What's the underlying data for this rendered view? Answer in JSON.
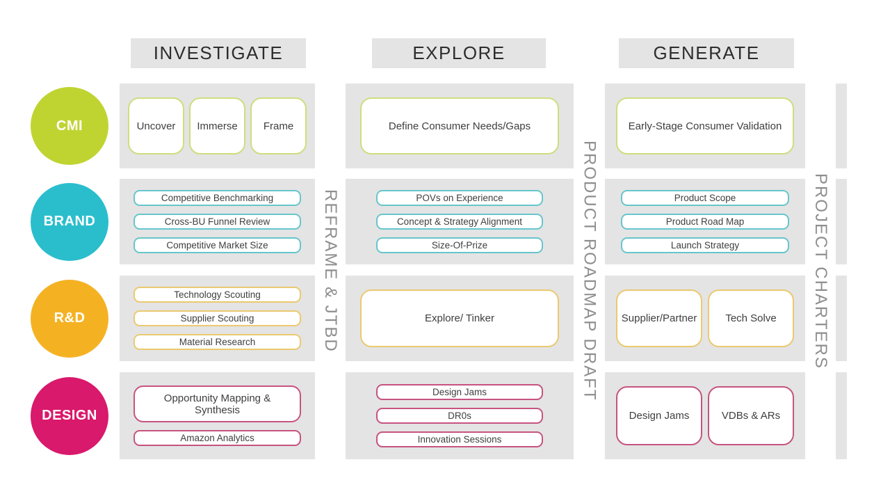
{
  "colors": {
    "panel_gray": "#e4e4e4",
    "header_text": "#2d2d2d",
    "divider_text": "#8e8e8e",
    "box_text": "#3e3e3e"
  },
  "headers": [
    {
      "label": "INVESTIGATE"
    },
    {
      "label": "EXPLORE"
    },
    {
      "label": "GENERATE"
    }
  ],
  "dividers": [
    {
      "label": "REFRAME & JTBD"
    },
    {
      "label": "PRODUCT ROADMAP DRAFT"
    },
    {
      "label": "PROJECT CHARTERS"
    }
  ],
  "rows": [
    {
      "label": "CMI",
      "circle_color": "#c0d431",
      "box_border_color": "#cedd7d",
      "cells": {
        "investigate": {
          "arrange": "row",
          "items": [
            {
              "kind": "card",
              "label": "Uncover"
            },
            {
              "kind": "card",
              "label": "Immerse"
            },
            {
              "kind": "card",
              "label": "Frame"
            }
          ]
        },
        "explore": {
          "arrange": "row",
          "items": [
            {
              "kind": "card",
              "label": "Define Consumer Needs/Gaps"
            }
          ]
        },
        "generate": {
          "arrange": "row",
          "items": [
            {
              "kind": "card",
              "label": "Early-Stage Consumer Validation"
            }
          ]
        }
      }
    },
    {
      "label": "BRAND",
      "circle_color": "#2abecd",
      "box_border_color": "#66c6cc",
      "cells": {
        "investigate": {
          "arrange": "stack",
          "items": [
            {
              "kind": "pill",
              "label": "Competitive Benchmarking"
            },
            {
              "kind": "pill",
              "label": "Cross-BU Funnel Review"
            },
            {
              "kind": "pill",
              "label": "Competitive Market Size"
            }
          ]
        },
        "explore": {
          "arrange": "stack",
          "items": [
            {
              "kind": "pill",
              "label": "POVs on Experience"
            },
            {
              "kind": "pill",
              "label": "Concept & Strategy Alignment"
            },
            {
              "kind": "pill",
              "label": "Size-Of-Prize"
            }
          ]
        },
        "generate": {
          "arrange": "stack",
          "items": [
            {
              "kind": "pill",
              "label": "Product Scope"
            },
            {
              "kind": "pill",
              "label": "Product Road Map"
            },
            {
              "kind": "pill",
              "label": "Launch Strategy"
            }
          ]
        }
      }
    },
    {
      "label": "R&D",
      "circle_color": "#f4b223",
      "box_border_color": "#eac96f",
      "cells": {
        "investigate": {
          "arrange": "stack",
          "items": [
            {
              "kind": "pill",
              "label": "Technology Scouting"
            },
            {
              "kind": "pill",
              "label": "Supplier Scouting"
            },
            {
              "kind": "pill",
              "label": "Material Research"
            }
          ]
        },
        "explore": {
          "arrange": "row",
          "items": [
            {
              "kind": "card",
              "label": "Explore/ Tinker"
            }
          ]
        },
        "generate": {
          "arrange": "row",
          "items": [
            {
              "kind": "card",
              "label": "Supplier/Partner"
            },
            {
              "kind": "card",
              "label": "Tech Solve"
            }
          ]
        }
      }
    },
    {
      "label": "DESIGN",
      "circle_color": "#d9196b",
      "box_border_color": "#c6537f",
      "cells": {
        "investigate": {
          "arrange": "stack",
          "items": [
            {
              "kind": "card",
              "label": "Opportunity Mapping & Synthesis"
            },
            {
              "kind": "pill",
              "label": "Amazon Analytics"
            }
          ]
        },
        "explore": {
          "arrange": "stack",
          "items": [
            {
              "kind": "pill",
              "label": "Design Jams"
            },
            {
              "kind": "pill",
              "label": "DR0s"
            },
            {
              "kind": "pill",
              "label": "Innovation Sessions"
            }
          ]
        },
        "generate": {
          "arrange": "row",
          "items": [
            {
              "kind": "card",
              "label": "Design Jams"
            },
            {
              "kind": "card",
              "label": "VDBs & ARs"
            }
          ]
        }
      }
    }
  ]
}
